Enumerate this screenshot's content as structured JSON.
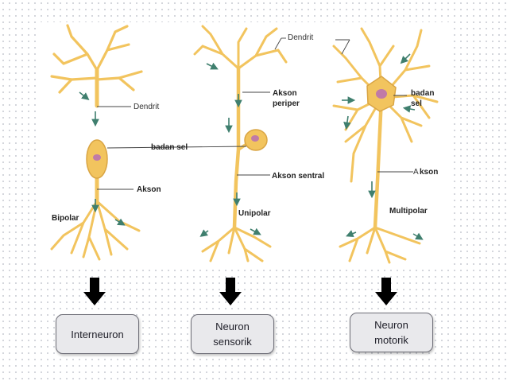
{
  "labels": {
    "dendrit_left": "Dendrit",
    "dendrit_mid": "Dendrit",
    "badan_sel_shared": "badan sel",
    "akson_left": "Akson",
    "bipolar": "Bipolar",
    "akson_periper_1": "Akson",
    "akson_periper_2": "periper",
    "akson_sentral": "Akson sentral",
    "unipolar": "Unipolar",
    "badan_right_1": "badan",
    "badan_right_2": "sel",
    "akson_right_a": "A",
    "akson_right_b": "kson",
    "multipolar": "Multipolar"
  },
  "boxes": [
    {
      "line1": "Interneuron",
      "line2": ""
    },
    {
      "line1": "Neuron",
      "line2": "sensorik"
    },
    {
      "line1": "Neuron",
      "line2": "motorik"
    }
  ],
  "colors": {
    "neuron_fill": "#f2c45e",
    "neuron_stroke": "#b98a2a",
    "nucleus": "#c07aa7",
    "flow_arrow": "#3f7f6e",
    "box_bg": "#e9e9ec",
    "down_arrow": "#000000"
  }
}
